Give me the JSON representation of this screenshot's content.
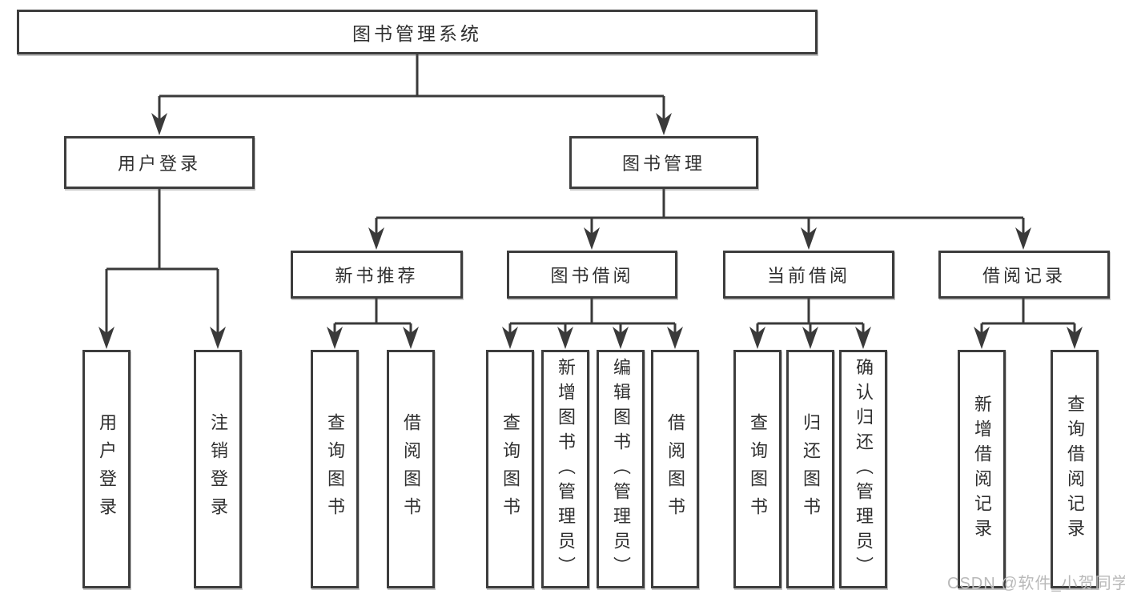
{
  "watermark": "CSDN @软件_小贺同学",
  "colors": {
    "line": "#3a3a3a",
    "box_border": "#3d3d3d",
    "text": "#2f2f2f",
    "watermark_text": "#b9b9b9",
    "background": "#ffffff"
  },
  "nodes": {
    "root": "图书管理系统",
    "user_login": "用户登录",
    "book_management": "图书管理",
    "new_book_recommend": "新书推荐",
    "book_borrowing": "图书借阅",
    "current_borrowing": "当前借阅",
    "borrowing_records": "借阅记录",
    "leaves": {
      "user_login": [
        "用户登录",
        "注销登录"
      ],
      "new_book_recommend": [
        "查询图书",
        "借阅图书"
      ],
      "book_borrowing": [
        "查询图书",
        "新增图书（管理员）",
        "编辑图书（管理员）",
        "借阅图书"
      ],
      "current_borrowing": [
        "查询图书",
        "归还图书",
        "确认归还（管理员）"
      ],
      "borrowing_records": [
        "新增借阅记录",
        "查询借阅记录"
      ]
    }
  }
}
